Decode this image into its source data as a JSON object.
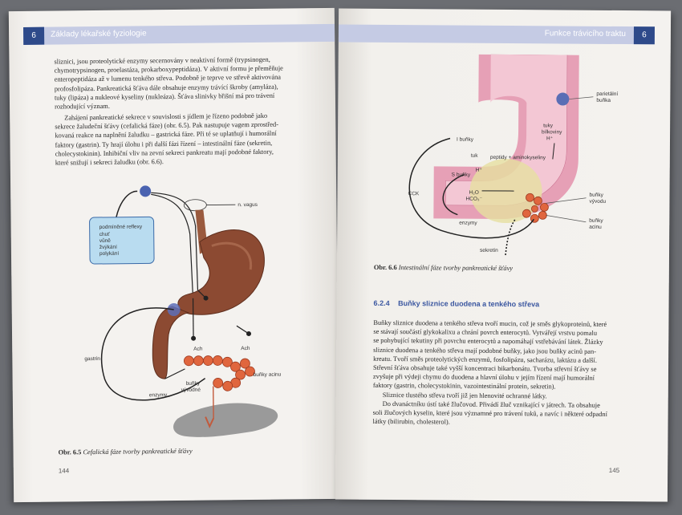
{
  "left_page": {
    "header_number": "6",
    "header_title": "Základy lékařské fyziologie",
    "paragraph1_lines": [
      "sliznici, jsou proteolytické enzymy secernovány v neaktivní formě (trypsinogen,",
      "chymotrypsinogen, proelastáza, prokarboxypeptidáza). V aktivní formu je přeměňuje",
      "enteropeptidáza až v lumenu tenkého střeva. Podobně je teprve ve střevě aktivována",
      "profosfolipáza. Pankreatická šťáva dále obsahuje enzymy trávící škroby (amyláza),",
      "tuky (lipáza) a nukleové kyseliny (nukleáza). Šťáva slinivky břišní má pro trávení",
      "rozhodující význam."
    ],
    "paragraph2_lines": [
      "Zahájení pankreatické sekrece v souvislosti s jídlem je řízeno podobně jako",
      "sekrece žaludeční šťávy (cefalická fáze) (obr. 6.5). Pak nastupuje vagem zprostřed-",
      "kovaná reakce na naplnění žaludku – gastrická fáze. Při té se uplatňují i humorální",
      "faktory (gastrin). Ty hrají úlohu i při další fázi řízení – intestinální fáze (sekretin,",
      "cholecystokinin). Inhibiční vliv na zevní sekreci pankreatu mají podobné faktory,",
      "které snižují i sekreci žaludku (obr. 6.6)."
    ],
    "fig_labels": {
      "vagus": "n. vagus",
      "reflex_box": [
        "podmíněné reflexy",
        "chuť",
        "vůně",
        "žvýkání",
        "polykání"
      ],
      "ach1": "Ach",
      "ach2": "Ach",
      "gastrin": "gastrin",
      "enzymy": "enzymy",
      "vyvodne": "buňky\nvývodné",
      "acinu": "buňky acinu"
    },
    "caption_bold": "Obr. 6.5",
    "caption_italic": "Cefalická fáze tvorby pankreatické šťávy",
    "page_number": "144"
  },
  "right_page": {
    "header_number": "6",
    "header_title": "Funkce trávicího traktu",
    "fig_labels": {
      "parietal": [
        "parietální",
        "buňka"
      ],
      "tuky": [
        "tuky",
        "bílkoviny",
        "H⁺"
      ],
      "ibunky": "I buňky",
      "peptidy": "peptidy + aminokyseliny",
      "tuk": "tuk",
      "h_plus": "H⁺",
      "sbunky": "S buňky",
      "cck": "CCK",
      "h2o": "H₂O",
      "hco3": "HCO₃⁻",
      "enzymy": "enzymy",
      "vyvodu": [
        "buňky",
        "vývodu"
      ],
      "acinu": [
        "buňky",
        "acinu"
      ],
      "sekretin": "sekretin"
    },
    "caption_bold": "Obr. 6.6",
    "caption_italic": "Intestinální fáze tvorby pankreatické šťávy",
    "section_number": "6.2.4",
    "section_title": "Buňky sliznice duodena a tenkého střeva",
    "paragraph1_lines": [
      "Buňky sliznice duodena a tenkého střeva tvoří mucin, což je směs glykoproteinů, které",
      "se stávají součástí glykokalixu a chrání povrch enterocytů. Vytvářejí vrstvu pomalu",
      "se pohybující tekutiny při povrchu enterocytů a napomáhají vstřebávání látek. Žlázky",
      "sliznice duodena a tenkého střeva mají podobné buňky, jako jsou buňky acinů pan-",
      "kreatu. Tvoří směs proteolytických enzymů, fosfolipázu, sacharázu, laktázu a další.",
      "Střevní šťáva obsahuje také vyšší koncentraci bikarbonátu. Tvorba střevní šťávy se",
      "zvyšuje při výdeji chymu do duodena a hlavní úlohu v jejím řízení mají humorální",
      "faktory (gastrin, cholecystokinin, vazointestinální protein, sekretin)."
    ],
    "paragraph2": "Sliznice tlustého střeva tvoří již jen hlenovité ochranné látky.",
    "paragraph3_lines": [
      "Do dvanáctníku ústí také žlučovod. Přivádí žluč vznikající v játrech. Ta obsahuje",
      "soli žlučových kyselin, které jsou významné pro trávení tuků, a navíc i některé odpadní",
      "látky (bilirubin, cholesterol)."
    ],
    "page_number": "145"
  }
}
